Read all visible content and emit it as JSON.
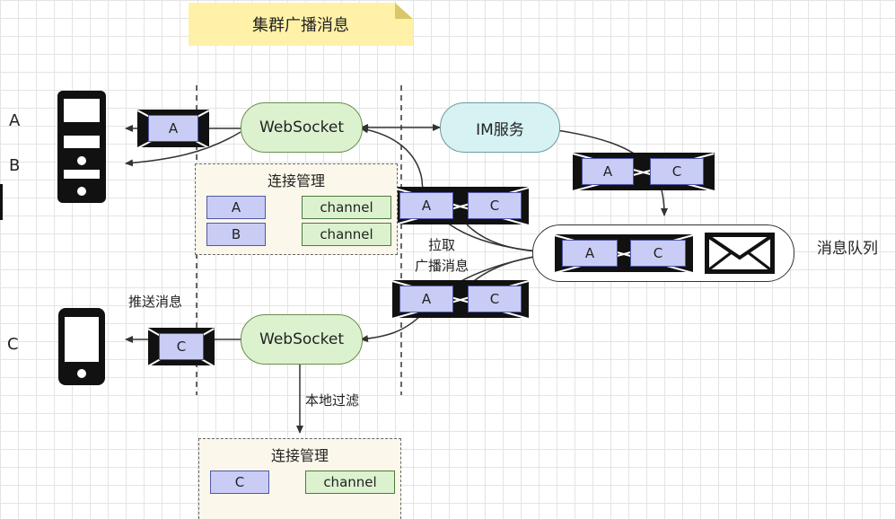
{
  "title": "集群广播消息",
  "clients": {
    "a": "A",
    "b": "B",
    "c": "C"
  },
  "websocket_top": "WebSocket",
  "websocket_bottom": "WebSocket",
  "im_service": "IM服务",
  "queue_label": "消息队列",
  "pull_label_line1": "拉取",
  "pull_label_line2": "广播消息",
  "push_label": "推送消息",
  "local_filter_label": "本地过滤",
  "conn_mgmt_top": {
    "title": "连接管理",
    "rows": [
      {
        "key": "A",
        "value": "channel"
      },
      {
        "key": "B",
        "value": "channel"
      }
    ]
  },
  "conn_mgmt_bottom": {
    "title": "连接管理",
    "rows": [
      {
        "key": "C",
        "value": "channel"
      }
    ]
  },
  "msg_top_left": "A",
  "msg_bottom_left": "C",
  "msg_im_out": [
    "A",
    "C"
  ],
  "msg_pull_top": [
    "A",
    "C"
  ],
  "msg_pull_bottom": [
    "A",
    "C"
  ],
  "msg_in_queue": [
    "A",
    "C"
  ],
  "colors": {
    "note": "#fff2a8",
    "websocket": "#dcf2cf",
    "im": "#d7f2f3",
    "key_box": "#c9cdf5",
    "channel_box": "#dcf2cf",
    "mgmt_bg": "#fbf7ea"
  },
  "icons": [
    "server-icon",
    "phone-icon",
    "envelope-icon"
  ]
}
